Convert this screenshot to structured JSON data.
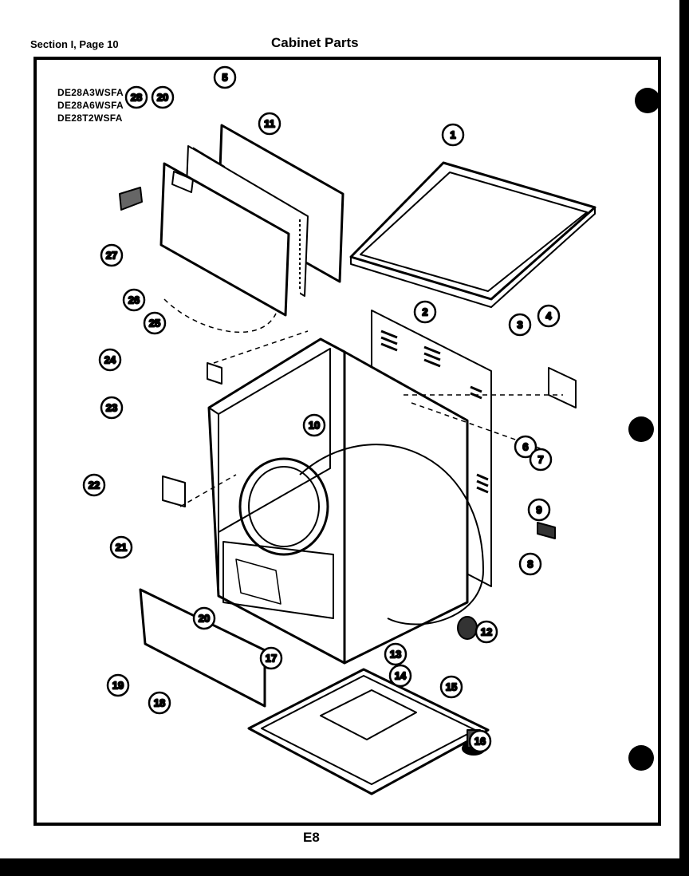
{
  "header": {
    "section": "Section I, Page 10",
    "title": "Cabinet Parts"
  },
  "models": [
    "DE28A3WSFA",
    "DE28A6WSFA",
    "DE28T2WSFA"
  ],
  "page_code": "E8",
  "callouts": [
    {
      "id": "1",
      "label": "1"
    },
    {
      "id": "2",
      "label": "2"
    },
    {
      "id": "3",
      "label": "3"
    },
    {
      "id": "4",
      "label": "4"
    },
    {
      "id": "5",
      "label": "5"
    },
    {
      "id": "6",
      "label": "6"
    },
    {
      "id": "7",
      "label": "7"
    },
    {
      "id": "8",
      "label": "8"
    },
    {
      "id": "9",
      "label": "9"
    },
    {
      "id": "10",
      "label": "10"
    },
    {
      "id": "11",
      "label": "11"
    },
    {
      "id": "12",
      "label": "12"
    },
    {
      "id": "13",
      "label": "13"
    },
    {
      "id": "14",
      "label": "14"
    },
    {
      "id": "15",
      "label": "15"
    },
    {
      "id": "16",
      "label": "16"
    },
    {
      "id": "17",
      "label": "17"
    },
    {
      "id": "18",
      "label": "18"
    },
    {
      "id": "19",
      "label": "19"
    },
    {
      "id": "20a",
      "label": "20"
    },
    {
      "id": "21",
      "label": "21"
    },
    {
      "id": "22",
      "label": "22"
    },
    {
      "id": "23",
      "label": "23"
    },
    {
      "id": "24",
      "label": "24"
    },
    {
      "id": "25",
      "label": "25"
    },
    {
      "id": "26",
      "label": "26"
    },
    {
      "id": "27",
      "label": "27"
    },
    {
      "id": "28",
      "label": "28"
    },
    {
      "id": "20b",
      "label": "20"
    }
  ]
}
